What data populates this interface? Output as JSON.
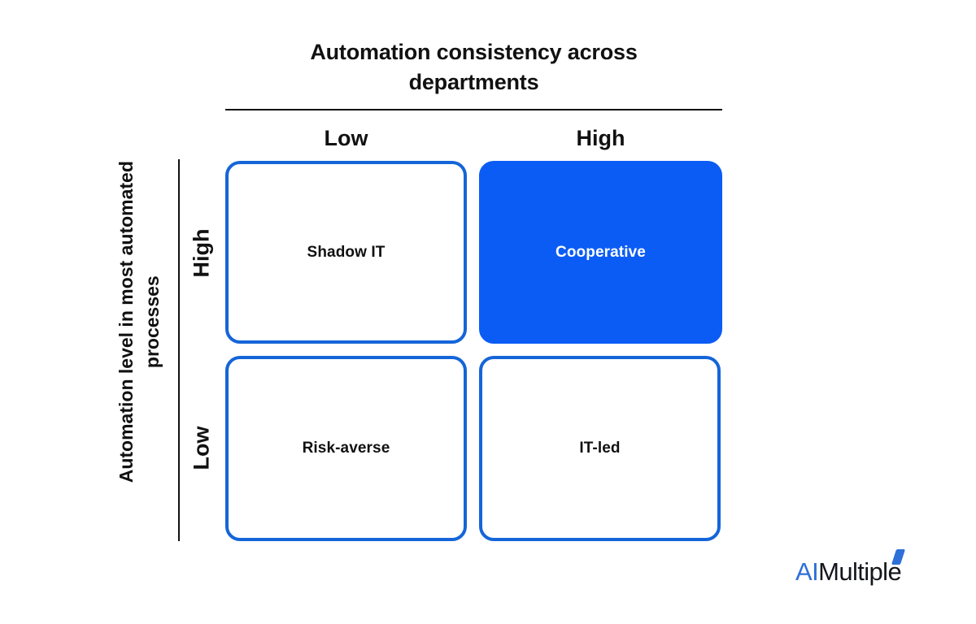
{
  "chart_data": {
    "type": "table",
    "title": "Automation consistency across departments",
    "xlabel": "Automation consistency across departments",
    "ylabel": "Automation level in most automated processes",
    "x_categories": [
      "Low",
      "High"
    ],
    "y_categories": [
      "High",
      "Low"
    ],
    "grid": false,
    "legend": "none",
    "cells": [
      {
        "row": "High",
        "column": "Low",
        "label": "Shadow IT",
        "highlighted": false
      },
      {
        "row": "High",
        "column": "High",
        "label": "Cooperative",
        "highlighted": true
      },
      {
        "row": "Low",
        "column": "Low",
        "label": "Risk-averse",
        "highlighted": false
      },
      {
        "row": "Low",
        "column": "High",
        "label": "IT-led",
        "highlighted": false
      }
    ],
    "colors": {
      "highlight_fill": "#0B5CF5",
      "cell_border": "#1565D8",
      "cell_fill": "#FFFFFF",
      "text": "#111111",
      "highlight_text": "#FFFFFF",
      "axis_line": "#111111"
    }
  },
  "matrix": {
    "title": "Automation consistency across departments",
    "x_axis": {
      "label": "Automation consistency across departments",
      "ticks": [
        "Low",
        "High"
      ]
    },
    "y_axis": {
      "label": "Automation level in most automated processes",
      "ticks": [
        "High",
        "Low"
      ]
    },
    "quadrants": {
      "top_left": "Shadow IT",
      "top_right": "Cooperative",
      "bottom_left": "Risk-averse",
      "bottom_right": "IT-led"
    }
  },
  "branding": {
    "logo_prefix": "AI",
    "logo_suffix": "Multiple"
  }
}
